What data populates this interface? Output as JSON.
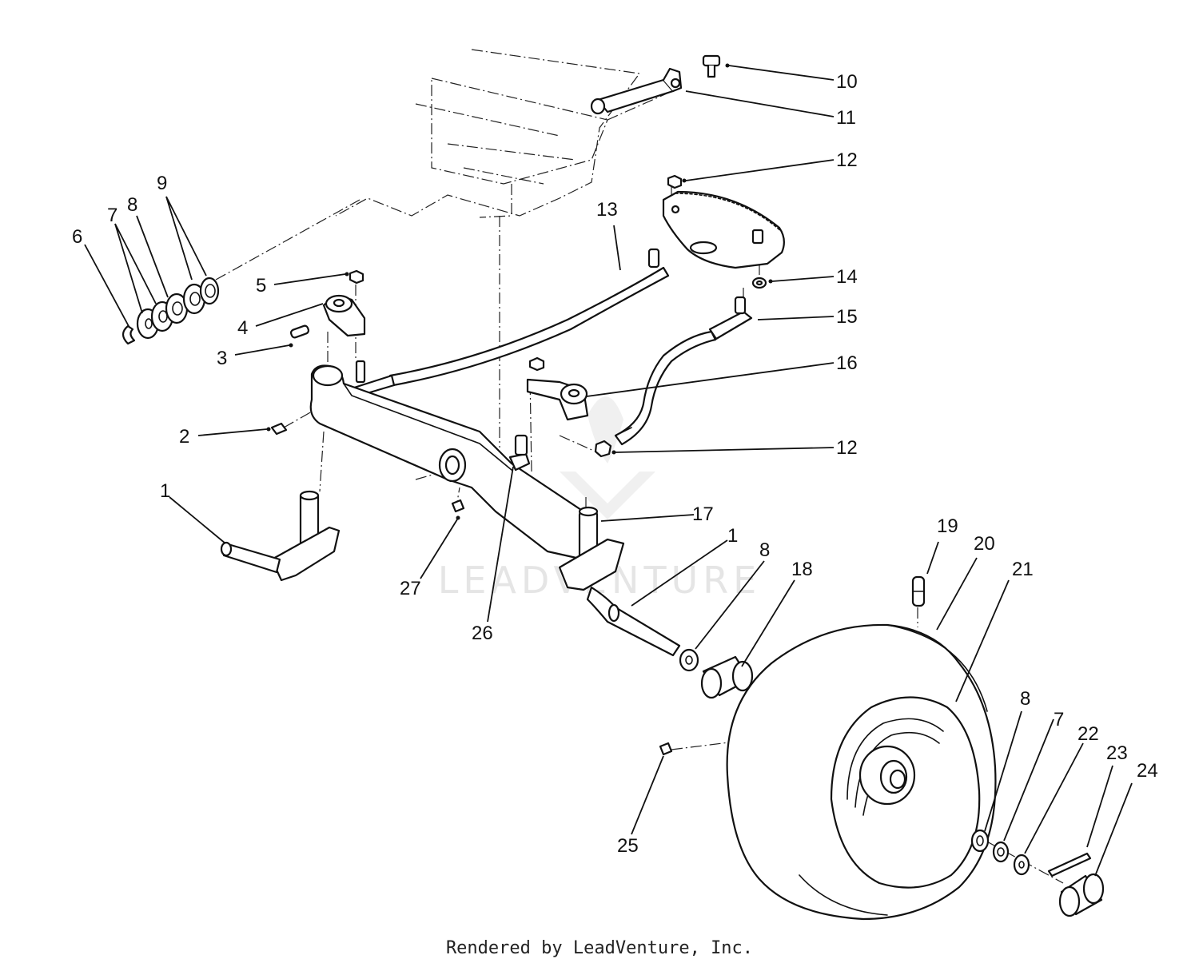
{
  "labels": [
    {
      "id": "1a",
      "text": "1"
    },
    {
      "id": "2",
      "text": "2"
    },
    {
      "id": "3",
      "text": "3"
    },
    {
      "id": "4",
      "text": "4"
    },
    {
      "id": "5",
      "text": "5"
    },
    {
      "id": "6",
      "text": "6"
    },
    {
      "id": "7a",
      "text": "7"
    },
    {
      "id": "8a",
      "text": "8"
    },
    {
      "id": "9",
      "text": "9"
    },
    {
      "id": "10",
      "text": "10"
    },
    {
      "id": "11",
      "text": "11"
    },
    {
      "id": "12a",
      "text": "12"
    },
    {
      "id": "13",
      "text": "13"
    },
    {
      "id": "14",
      "text": "14"
    },
    {
      "id": "15",
      "text": "15"
    },
    {
      "id": "16",
      "text": "16"
    },
    {
      "id": "12b",
      "text": "12"
    },
    {
      "id": "17",
      "text": "17"
    },
    {
      "id": "1b",
      "text": "1"
    },
    {
      "id": "8b",
      "text": "8"
    },
    {
      "id": "18",
      "text": "18"
    },
    {
      "id": "19",
      "text": "19"
    },
    {
      "id": "20",
      "text": "20"
    },
    {
      "id": "21",
      "text": "21"
    },
    {
      "id": "8c",
      "text": "8"
    },
    {
      "id": "7b",
      "text": "7"
    },
    {
      "id": "22",
      "text": "22"
    },
    {
      "id": "23",
      "text": "23"
    },
    {
      "id": "24",
      "text": "24"
    },
    {
      "id": "25",
      "text": "25"
    },
    {
      "id": "26",
      "text": "26"
    },
    {
      "id": "27",
      "text": "27"
    }
  ],
  "watermark": "LEADVENTURE",
  "footer": "Rendered by LeadVenture, Inc."
}
